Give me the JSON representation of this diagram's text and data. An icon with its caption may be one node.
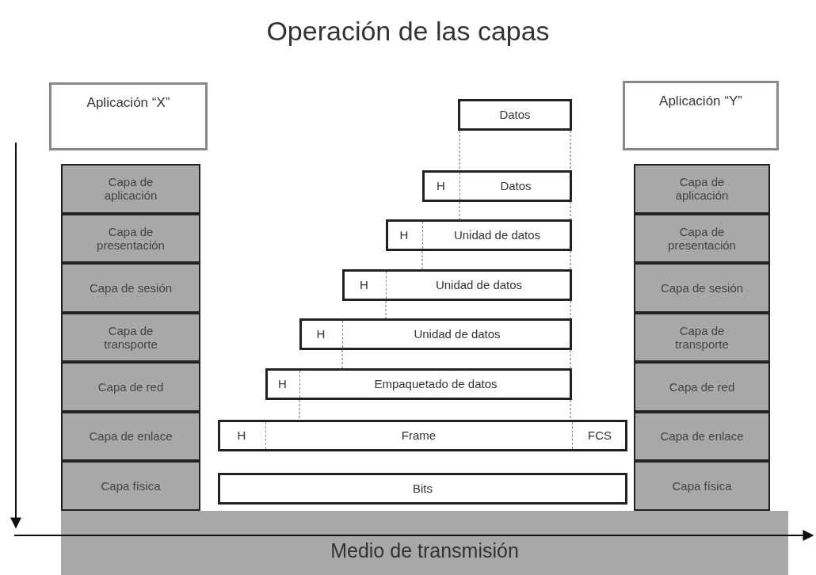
{
  "diagram": {
    "title": "Operación de las capas",
    "nodes": [
      {
        "text": [
          "Aplicación “X”"
        ]
      },
      {
        "text": [
          "Capa de aplicación"
        ]
      },
      {
        "text": [
          "Capa de presentación"
        ]
      },
      {
        "text": [
          "Capa de sesión"
        ]
      },
      {
        "text": [
          "Capa de transporte"
        ]
      },
      {
        "text": [
          "Capa de red"
        ]
      },
      {
        "text": [
          "Capa de enlace"
        ]
      },
      {
        "text": [
          "Capa física"
        ]
      },
      {
        "text": [
          "Datos"
        ]
      },
      {
        "text": [
          "H",
          "Datos"
        ]
      },
      {
        "text": [
          "H",
          "Unidad de datos"
        ]
      },
      {
        "text": [
          "H",
          "Unidad de datos"
        ]
      },
      {
        "text": [
          "H",
          "Unidad de datos"
        ]
      },
      {
        "text": [
          "H",
          "Empaquetado de datos"
        ]
      },
      {
        "text": [
          "H",
          "Frame",
          "FCS"
        ]
      },
      {
        "text": [
          "Bits"
        ]
      },
      {
        "text": [
          "Aplicación “Y”"
        ]
      },
      {
        "text": [
          "Capa de aplicación"
        ]
      },
      {
        "text": [
          "Capa de presentación"
        ]
      },
      {
        "text": [
          "Capa de sesión"
        ]
      },
      {
        "text": [
          "Capa de transporte"
        ]
      },
      {
        "text": [
          "Capa de red"
        ]
      },
      {
        "text": [
          "Capa de enlace"
        ]
      },
      {
        "text": [
          "Capa física"
        ]
      },
      {
        "text": [
          "Medio de transmisión"
        ]
      }
    ],
    "edges": [
      {
        "from": 8,
        "to": 9,
        "arrow": "none",
        "style": "dashed"
      },
      {
        "from": 8,
        "to": 9,
        "arrow": "none",
        "style": "dashed"
      },
      {
        "from": 9,
        "to": 10,
        "arrow": "none",
        "style": "dashed"
      },
      {
        "from": 9,
        "to": 10,
        "arrow": "none",
        "style": "dashed"
      },
      {
        "from": 10,
        "to": 11,
        "arrow": "none",
        "style": "dashed"
      },
      {
        "from": 10,
        "to": 11,
        "arrow": "none",
        "style": "dashed"
      },
      {
        "from": 11,
        "to": 12,
        "arrow": "none",
        "style": "dashed"
      },
      {
        "from": 11,
        "to": 12,
        "arrow": "none",
        "style": "dashed"
      },
      {
        "from": 12,
        "to": 13,
        "arrow": "none",
        "style": "dashed"
      },
      {
        "from": 12,
        "to": 13,
        "arrow": "none",
        "style": "dashed"
      },
      {
        "from": 13,
        "to": 14,
        "arrow": "none",
        "style": "dashed"
      },
      {
        "from": 13,
        "to": 14,
        "arrow": "none",
        "style": "dashed"
      }
    ]
  }
}
